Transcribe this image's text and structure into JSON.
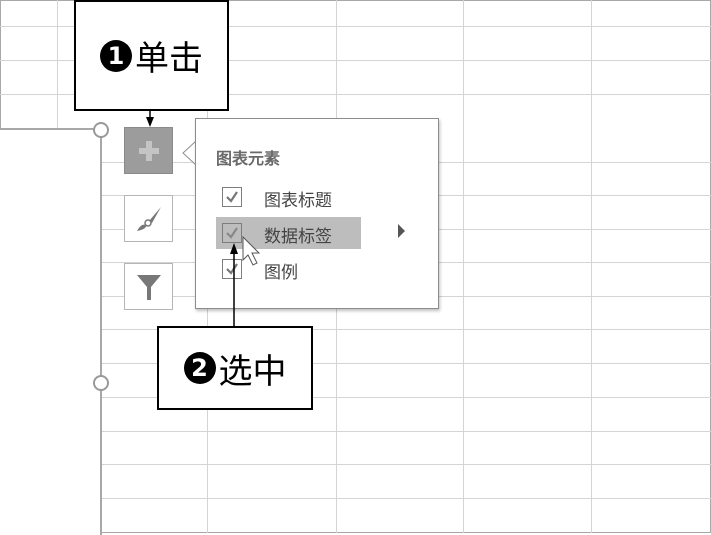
{
  "popup": {
    "title": "图表元素",
    "items": [
      {
        "label": "图表标题",
        "checked": true
      },
      {
        "label": "数据标签",
        "checked": true,
        "highlighted": true,
        "has_submenu": true
      },
      {
        "label": "图例",
        "checked": true
      }
    ]
  },
  "side_buttons": [
    "chart-elements-plus-icon",
    "chart-styles-brush-icon",
    "chart-filters-funnel-icon"
  ],
  "callouts": [
    {
      "number": "1",
      "text": "单击"
    },
    {
      "number": "2",
      "text": "选中"
    }
  ],
  "colors": {
    "highlight": "#bdbdbd",
    "plus_button": "#9c9c9c"
  }
}
